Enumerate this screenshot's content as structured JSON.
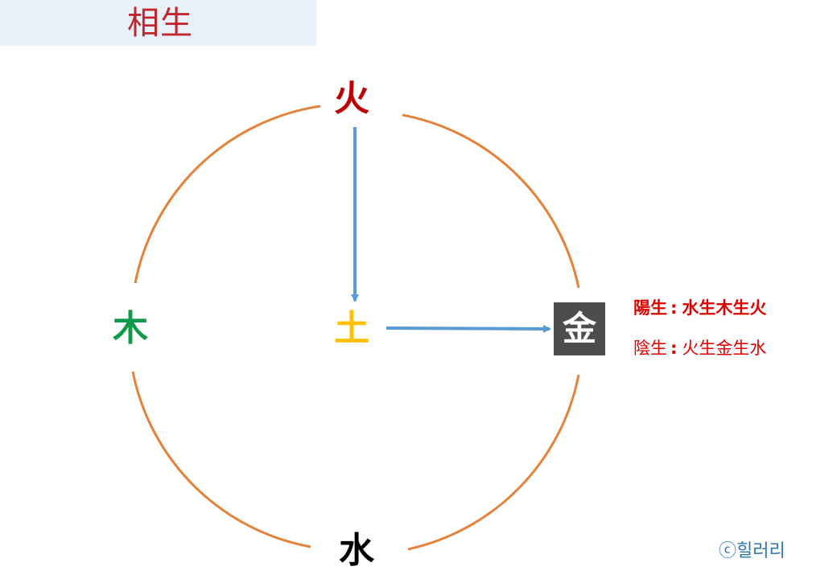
{
  "title": "相生",
  "elements": {
    "fire": "火",
    "wood": "木",
    "earth": "土",
    "metal": "金",
    "water": "水"
  },
  "legend": {
    "yang_label": "陽生",
    "yang_separator": ":",
    "yang_sequence": "水生木生火",
    "yin_label": "陰生",
    "yin_separator": ":",
    "yin_sequence": "火生金生水"
  },
  "copyright": "ⓒ힐러리",
  "colors": {
    "title_bg": "#e8f0f9",
    "title_text": "#c0282e",
    "cycle_arc": "#e5823a",
    "arrow": "#5b9bd5",
    "fire": "#c00000",
    "wood": "#0e9a47",
    "earth": "#ffc000",
    "metal_bg": "#4d4d4d",
    "water": "#000000",
    "legend_text": "#e00000",
    "copyright": "#2e75b6"
  }
}
